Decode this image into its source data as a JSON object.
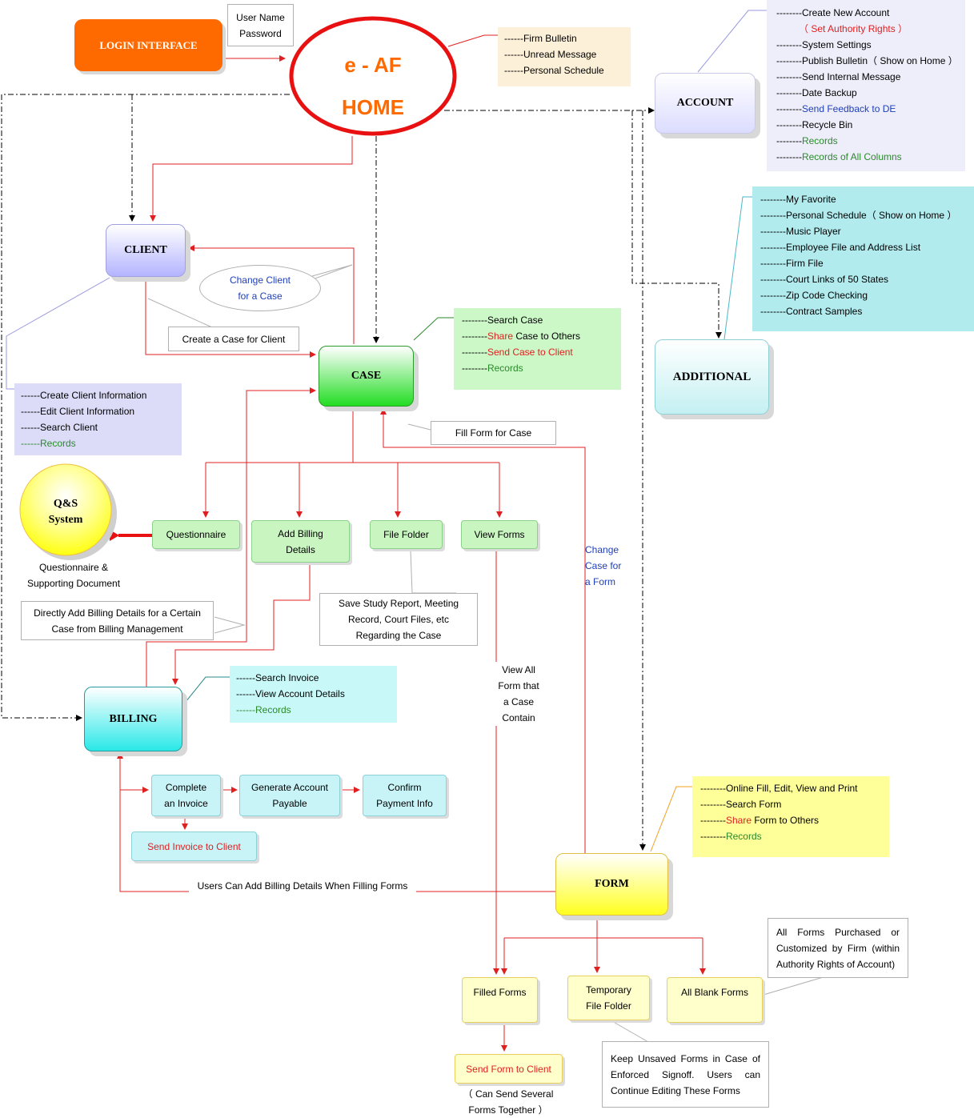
{
  "login": {
    "label": "LOGIN INTERFACE",
    "credentials": [
      "User Name",
      "Password"
    ]
  },
  "home": {
    "line1": "e - AF",
    "line2": "HOME"
  },
  "home_panel": [
    "------Firm Bulletin",
    "------Unread Message",
    "------Personal Schedule"
  ],
  "account": {
    "label": "ACCOUNT",
    "items": [
      {
        "prefix": "--------",
        "text": "Create New Account",
        "color": ""
      },
      {
        "prefix": "",
        "text": "（ Set Authority Rights ）",
        "color": "red"
      },
      {
        "prefix": "--------",
        "text": "System Settings",
        "color": ""
      },
      {
        "prefix": "--------",
        "text": "Publish Bulletin（ Show on Home ）",
        "color": ""
      },
      {
        "prefix": "--------",
        "text": "Send Internal Message",
        "color": ""
      },
      {
        "prefix": "--------",
        "text": "Date Backup",
        "color": ""
      },
      {
        "prefix": "--------",
        "text": "Send Feedback to DE",
        "color": "blue"
      },
      {
        "prefix": "--------",
        "text": "Recycle Bin",
        "color": ""
      },
      {
        "prefix": "--------",
        "text": "Records",
        "color": "green"
      },
      {
        "prefix": "--------",
        "text": "Records of All Columns",
        "color": "green"
      }
    ]
  },
  "additional": {
    "label": "ADDITIONAL",
    "items": [
      "--------My Favorite",
      "--------Personal Schedule（ Show on Home ）",
      "--------Music Player",
      "--------Employee File and Address List",
      "--------Firm File",
      "--------Court Links of 50 States",
      "--------Zip Code Checking",
      "--------Contract Samples"
    ]
  },
  "client": {
    "label": "CLIENT",
    "change_client_note": [
      "Change Client",
      "for a Case"
    ],
    "create_case_note": "Create a Case for Client",
    "items": [
      {
        "prefix": "------",
        "text": "Create Client Information",
        "color": ""
      },
      {
        "prefix": "------",
        "text": "Edit Client Information",
        "color": ""
      },
      {
        "prefix": "------",
        "text": "Search Client",
        "color": ""
      },
      {
        "prefix": "------",
        "text": "Records",
        "color": "green"
      }
    ]
  },
  "case": {
    "label": "CASE",
    "items": [
      {
        "prefix": "--------",
        "text": "Search Case",
        "color": ""
      },
      {
        "prefix": "--------",
        "pre2": "Share",
        "text": " Case to Others",
        "color": "red-first"
      },
      {
        "prefix": "--------",
        "text": "Send Case to Client",
        "color": "red"
      },
      {
        "prefix": "--------",
        "text": "Records",
        "color": "green"
      }
    ],
    "fill_form_note": "Fill Form for Case",
    "change_case_note": [
      "Change",
      "Case  for",
      "a Form"
    ]
  },
  "case_children": {
    "questionnaire": "Questionnaire",
    "add_billing": [
      "Add Billing",
      "Details"
    ],
    "file_folder": "File Folder",
    "view_forms": "View Forms",
    "folder_note": [
      "Save Study Report, Meeting",
      "Record, Court Files, etc",
      "Regarding the Case"
    ],
    "view_all_note": [
      "View All",
      "Form that",
      "a Case",
      "Contain"
    ]
  },
  "qs": {
    "label_line1": "Q&S",
    "label_line2": "System",
    "caption": [
      "Questionnaire &",
      "Supporting Document"
    ]
  },
  "billing": {
    "label": "BILLING",
    "direct_note": [
      "Directly Add Billing Details for a Certain",
      "Case from Billing Management"
    ],
    "items": [
      {
        "prefix": "------",
        "text": "Search Invoice",
        "color": ""
      },
      {
        "prefix": "------",
        "text": "View Account Details",
        "color": ""
      },
      {
        "prefix": "------",
        "text": "Records",
        "color": "green"
      }
    ],
    "steps": {
      "complete": [
        "Complete",
        "an Invoice"
      ],
      "generate": [
        "Generate Account",
        "Payable"
      ],
      "confirm": [
        "Confirm",
        "Payment Info"
      ],
      "send_invoice": "Send Invoice to Client"
    },
    "forms_note": "Users Can Add Billing Details When Filling Forms"
  },
  "form": {
    "label": "FORM",
    "items": [
      {
        "prefix": "--------",
        "text": "Online Fill, Edit, View and Print",
        "color": ""
      },
      {
        "prefix": "--------",
        "text": "Search Form",
        "color": ""
      },
      {
        "prefix": "--------",
        "pre2": "Share",
        "text": " Form to Others",
        "color": "red-first"
      },
      {
        "prefix": "--------",
        "text": "Records",
        "color": "green"
      }
    ],
    "filled": "Filled Forms",
    "temp": [
      "Temporary",
      "File Folder"
    ],
    "blank": "All Blank Forms",
    "send_form": "Send Form to Client",
    "send_form_caption": [
      "（ Can Send Several",
      "Forms Together ）"
    ],
    "blank_note": [
      "All  Forms  Purchased  or",
      "Customized by Firm  (within",
      "Authority Rights of Account)"
    ],
    "temp_note": [
      "Keep Unsaved Forms in Case of",
      "Enforced  Signoff.  Users  can",
      "Continue Editing These Forms"
    ]
  },
  "colors": {
    "arrow": "#e02020",
    "dashed": "#000000",
    "login": "#ff6a00",
    "home_ring": "#e81010",
    "home_text": "#ff6a00"
  }
}
